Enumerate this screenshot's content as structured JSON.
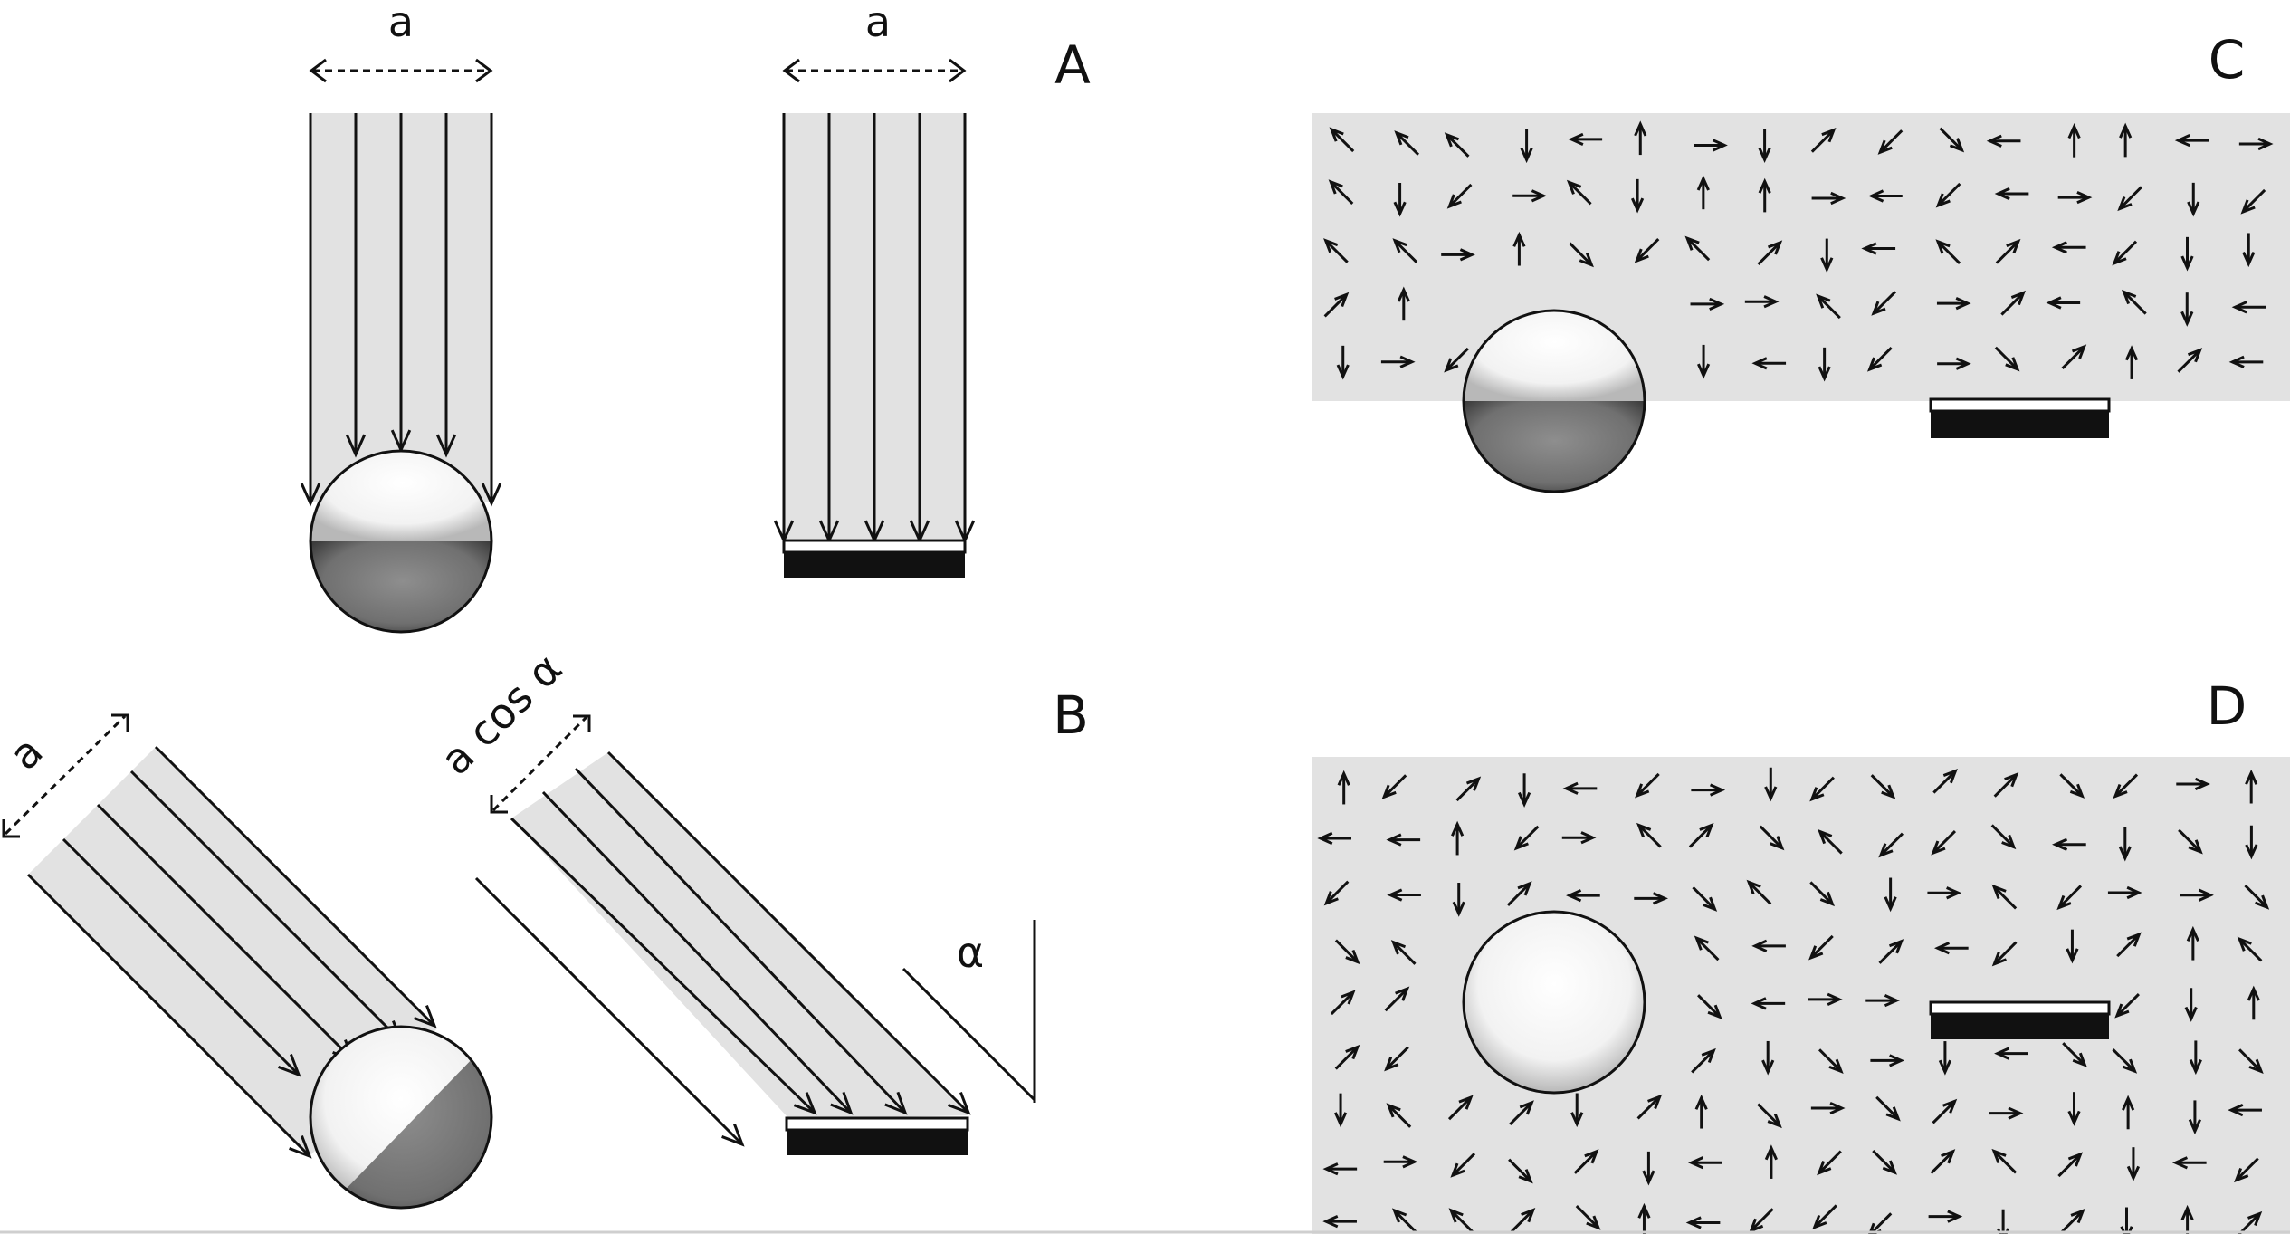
{
  "panels": {
    "A": {
      "label": "A",
      "dimension_label": "a"
    },
    "B": {
      "label": "B",
      "dimension_label_sphere": "a",
      "dimension_label_plate": "a cos α",
      "angle_label": "α"
    },
    "C": {
      "label": "C"
    },
    "D": {
      "label": "D"
    }
  },
  "colors": {
    "beam_fill": "#e2e2e2",
    "field_fill": "#e2e2e2",
    "line": "#111111",
    "sphere_lit": "#ffffff",
    "sphere_shadow": "#7a7a7a",
    "plate_top": "#ffffff",
    "plate_bottom": "#111111"
  },
  "icons": {
    "beam_arrow": "arrow-icon",
    "field_arrow": "arrow-icon"
  }
}
